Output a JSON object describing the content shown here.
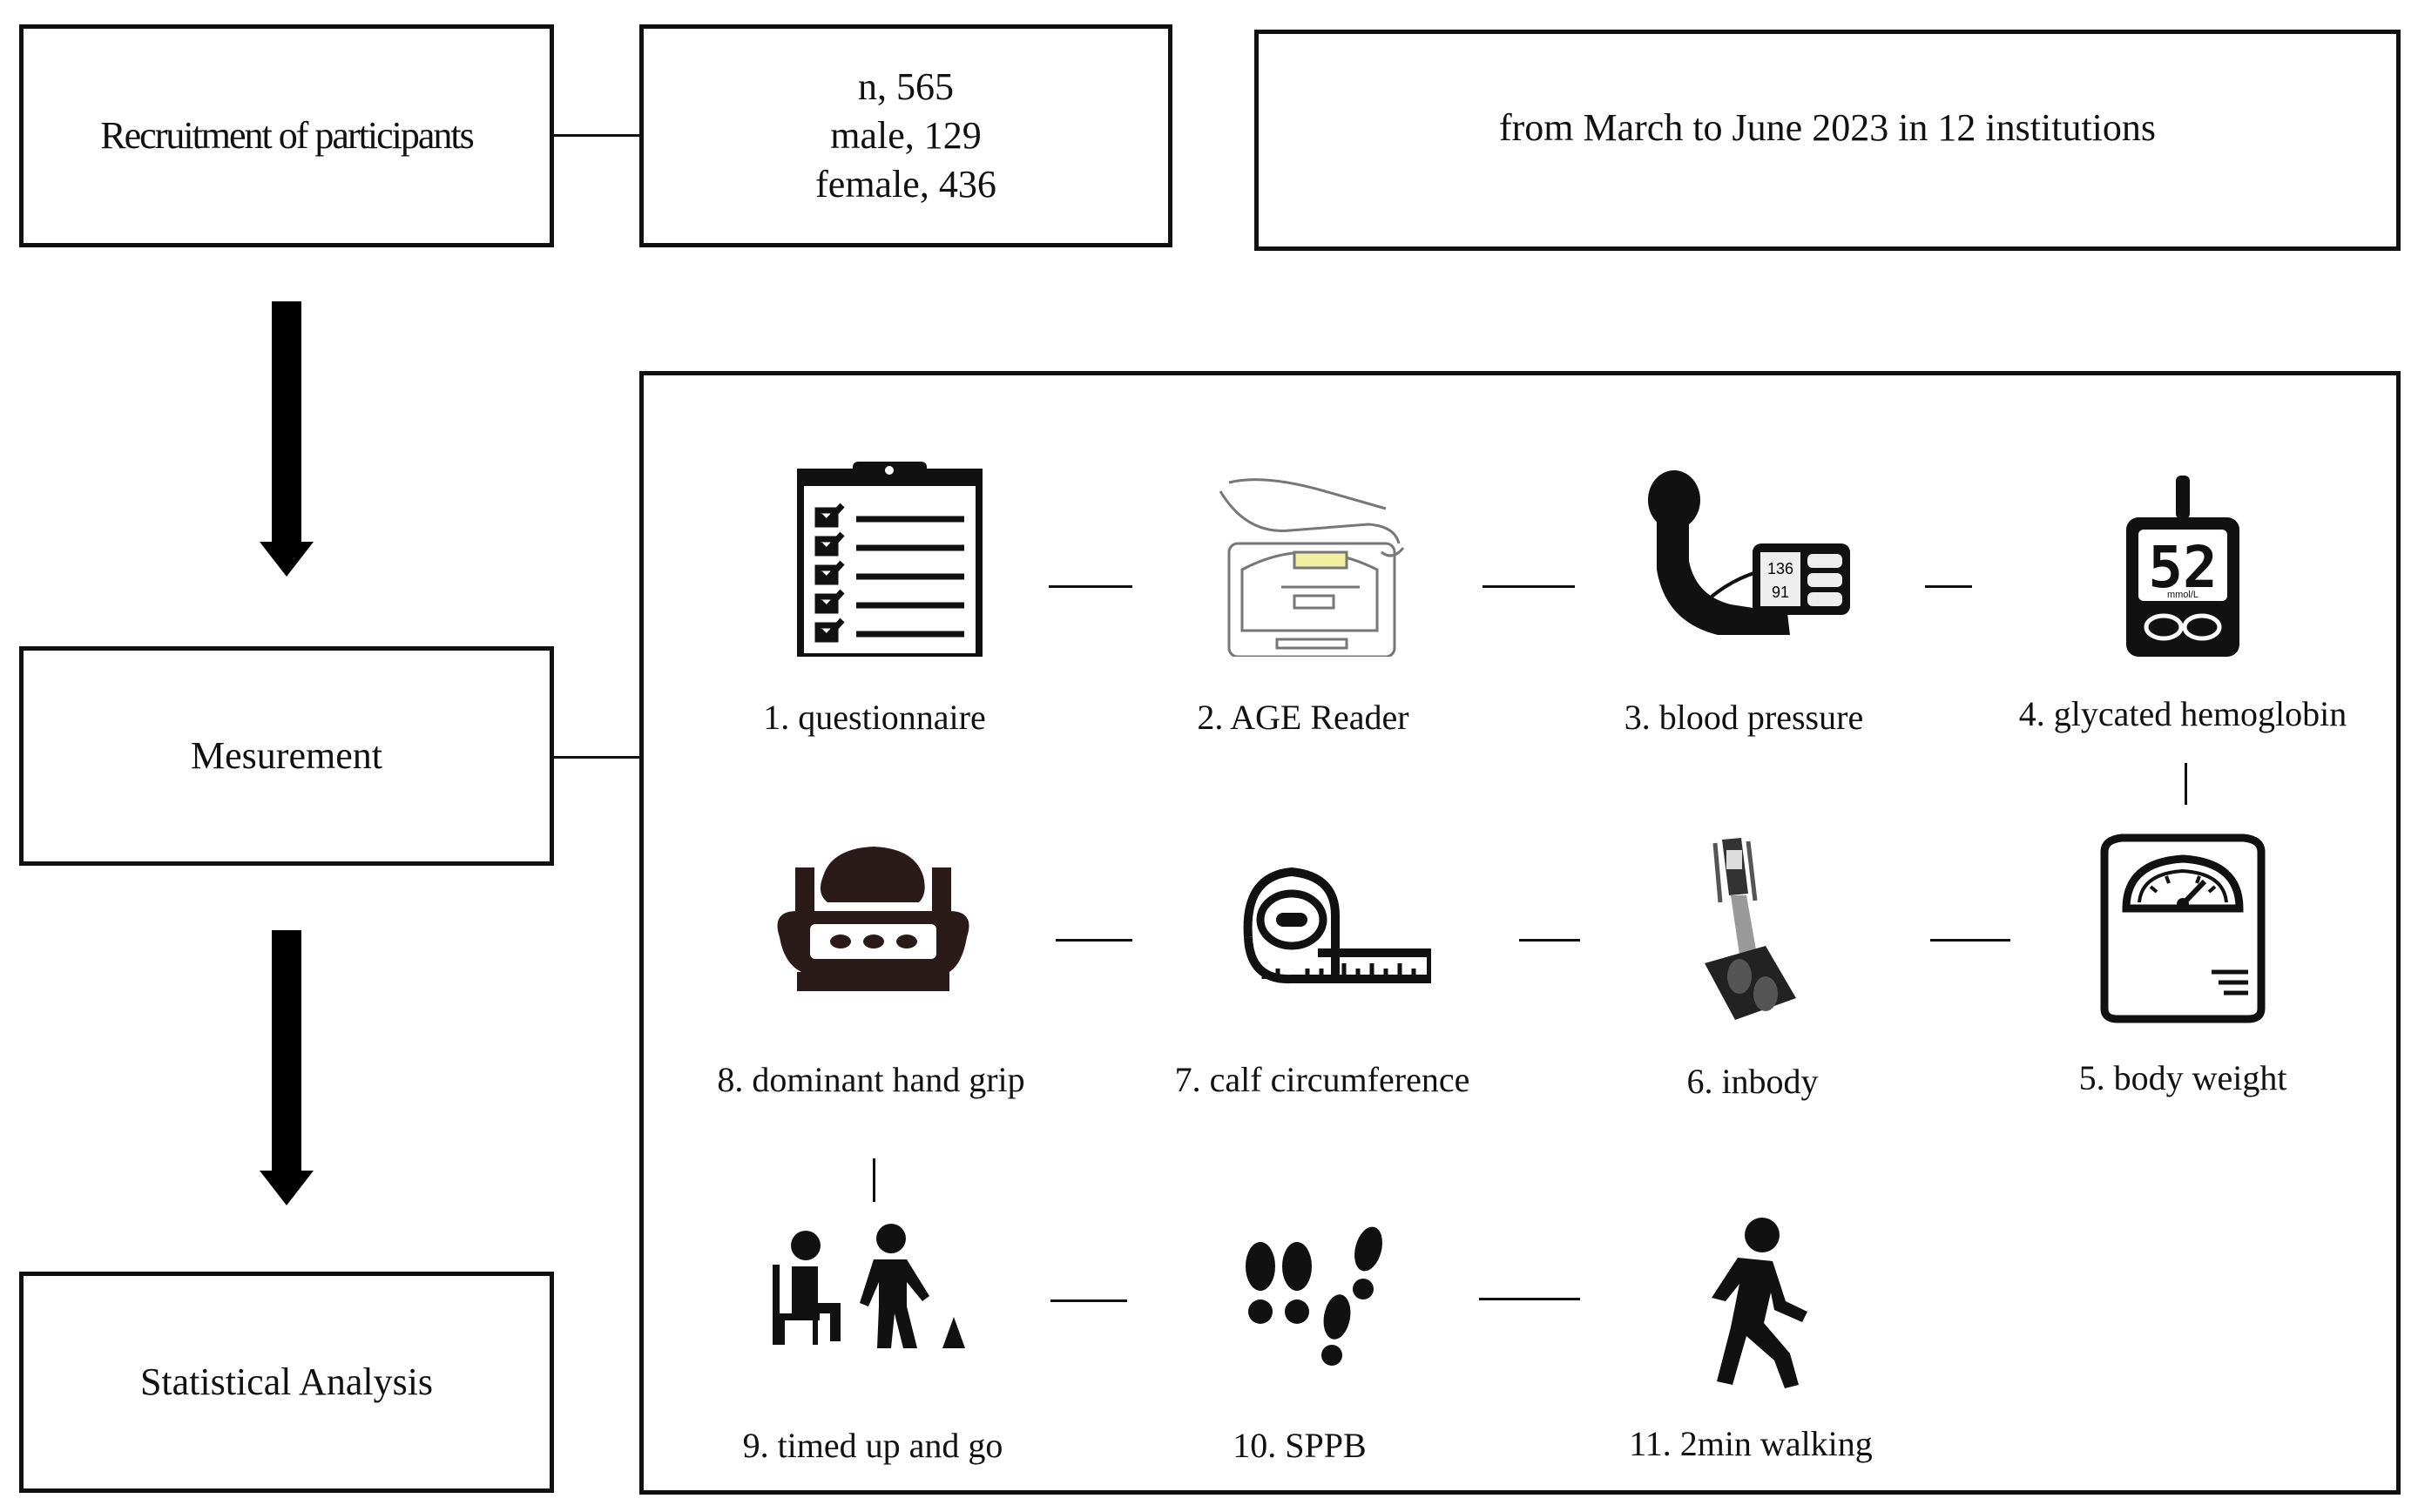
{
  "recruitment": {
    "label": "Recruitment of participants"
  },
  "participants": {
    "n": "n, 565",
    "male": "male, 129",
    "female": "female, 436"
  },
  "period": {
    "text": "from March to June 2023 in 12 institutions"
  },
  "measurement": {
    "label": "Mesurement"
  },
  "analysis": {
    "label": "Statistical Analysis"
  },
  "steps": [
    {
      "label": "1. questionnaire",
      "icon": "clipboard-checklist-icon"
    },
    {
      "label": "2. AGE Reader",
      "icon": "age-reader-device-icon"
    },
    {
      "label": "3. blood pressure",
      "icon": "blood-pressure-monitor-icon"
    },
    {
      "label": "4. glycated hemoglobin",
      "icon": "glucose-meter-icon"
    },
    {
      "label": "5. body weight",
      "icon": "weighing-scale-icon"
    },
    {
      "label": "6. inbody",
      "icon": "body-composition-analyzer-icon"
    },
    {
      "label": "7. calf circumference",
      "icon": "tape-measure-icon"
    },
    {
      "label": "8. dominant hand grip",
      "icon": "hand-grip-dynamometer-icon"
    },
    {
      "label": "9. timed up and go",
      "icon": "sit-and-walk-icon"
    },
    {
      "label": "10. SPPB",
      "icon": "footprints-icon"
    },
    {
      "label": "11. 2min walking",
      "icon": "walking-person-icon"
    }
  ],
  "icon_display": {
    "glucose_meter_reading": "52",
    "glucose_meter_unit": "mmol/L",
    "bp_systolic": "136",
    "bp_diastolic": "91"
  }
}
